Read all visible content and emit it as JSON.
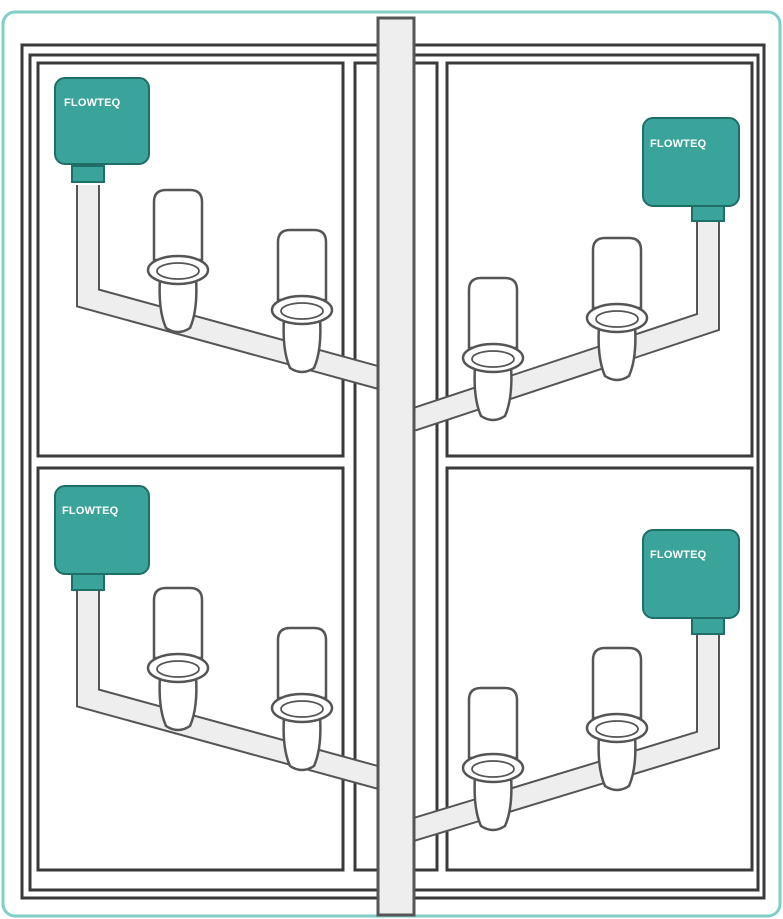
{
  "diagram": {
    "brand_label": "FLOWTEQ",
    "colors": {
      "unit_fill": "#3aa39a",
      "unit_stroke": "#1f6e67",
      "frame_border": "#7fcfc6",
      "wall": "#3a3a3a",
      "pipe_fill": "#eeeeee",
      "pipe_stroke": "#555555",
      "toilet_fill": "#ffffff"
    },
    "rooms": [
      {
        "name": "upper-left",
        "unit_label": "FLOWTEQ",
        "toilet_count": 2
      },
      {
        "name": "upper-right",
        "unit_label": "FLOWTEQ",
        "toilet_count": 2
      },
      {
        "name": "lower-left",
        "unit_label": "FLOWTEQ",
        "toilet_count": 2
      },
      {
        "name": "lower-right",
        "unit_label": "FLOWTEQ",
        "toilet_count": 2
      }
    ]
  }
}
